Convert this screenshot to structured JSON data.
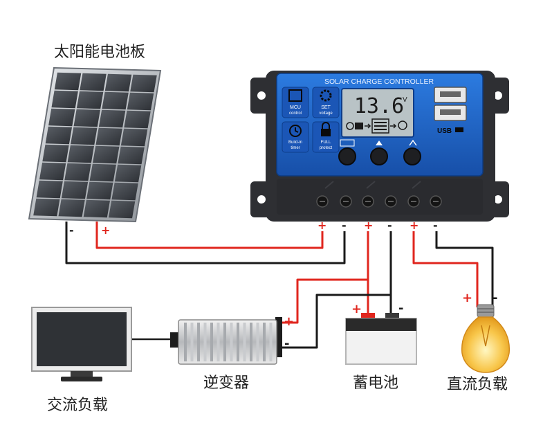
{
  "labels": {
    "solar_panel": "太阳能电池板",
    "inverter": "逆变器",
    "battery": "蓄电池",
    "dc_load": "直流负载",
    "ac_load": "交流负载"
  },
  "controller": {
    "title": "SOLAR CHARGE CONTROLLER",
    "display_value": "13.6",
    "display_unit": "V",
    "mcu_line1": "MCU",
    "mcu_line2": "control",
    "set_line1": "SET",
    "set_line2": "voltage",
    "timer_line1": "Build-in",
    "timer_line2": "timer",
    "full_line1": "FULL",
    "full_line2": "protect",
    "usb_label": "USB"
  },
  "polarity": {
    "plus": "+",
    "minus": "-"
  },
  "colors": {
    "controller_blue": "#1e63c8",
    "controller_shell": "#2e2f33",
    "lcd": "#b9c3c6",
    "wire_positive": "#e0261e",
    "wire_negative": "#1a1a1a",
    "solar_cell": "#3a3d42"
  }
}
